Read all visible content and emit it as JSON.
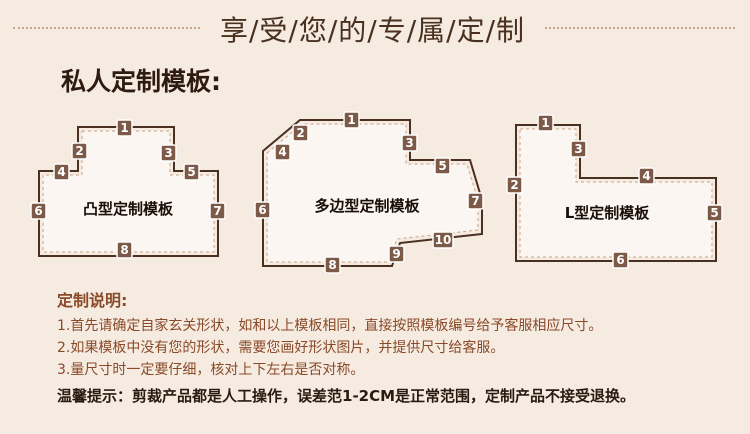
{
  "header": {
    "title": "享/受/您/的/专/属/定/制",
    "subtitle": "私人定制模板:"
  },
  "templates": [
    {
      "label": "凸型定制模板",
      "badges": [
        "1",
        "2",
        "3",
        "4",
        "5",
        "6",
        "7",
        "8"
      ]
    },
    {
      "label": "多边型定制模板",
      "badges": [
        "1",
        "2",
        "3",
        "4",
        "5",
        "6",
        "7",
        "8",
        "9",
        "10"
      ]
    },
    {
      "label": "L型定制模板",
      "badges": [
        "1",
        "2",
        "3",
        "4",
        "5",
        "6"
      ]
    }
  ],
  "notes": {
    "title": "定制说明:",
    "items": [
      "1.首先请确定自家玄关形状，如和以上模板相同，直接按照模板编号给予客服相应尺寸。",
      "2.如果模板中没有您的形状，需要您画好形状图片，并提供尺寸给客服。",
      "3.量尺寸时一定要仔细，核对上下左右是否对称。"
    ]
  },
  "tip": "温馨提示：剪裁产品都是人工操作，误差范1-2CM是正常范围，定制产品不接受退换。",
  "colors": {
    "background": "#f5ebe1",
    "outline": "#4a3020",
    "badge": "#7d5a47",
    "note_text": "#8a4a28"
  }
}
